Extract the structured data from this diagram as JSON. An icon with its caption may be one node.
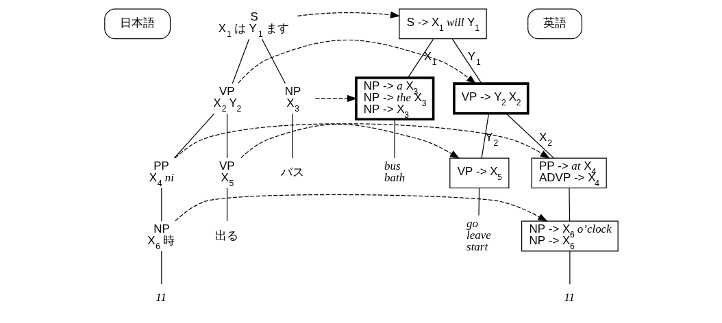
{
  "diagram": {
    "nodes": [
      {
        "text": [
          "日本語"
        ]
      },
      {
        "text": [
          "S",
          "X$_{1}$ は Y$_{1}$ ます"
        ]
      },
      {
        "text": [
          "VP",
          "X$_{2}$ Y$_{2}$"
        ]
      },
      {
        "text": [
          "NP",
          "X$_{3}$"
        ]
      },
      {
        "text": [
          "PP",
          "X$_{4}$ *ni*"
        ]
      },
      {
        "text": [
          "VP",
          "X$_{5}$"
        ]
      },
      {
        "text": [
          "バス"
        ]
      },
      {
        "text": [
          "NP",
          "X$_{6}$ 時"
        ]
      },
      {
        "text": [
          "出る"
        ]
      },
      {
        "text": [
          "11"
        ]
      },
      {
        "text": [
          "英語"
        ]
      },
      {
        "text": [
          "S -> X$_{1}$ *will* Y$_{1}$"
        ]
      },
      {
        "text": [
          "NP -> *a* X$_{3}$",
          "NP -> *the* X$_{3}$",
          "NP -> X$_{3}$"
        ]
      },
      {
        "text": [
          "VP -> Y$_{2}$ X$_{2}$"
        ]
      },
      {
        "text": [
          "VP -> X$_{5}$"
        ]
      },
      {
        "text": [
          "PP -> *at* X$_{4}$",
          "ADVP -> X$_{4}$"
        ]
      },
      {
        "text": [
          "bus",
          "bath"
        ]
      },
      {
        "text": [
          "go",
          "leave",
          "start"
        ]
      },
      {
        "text": [
          "NP -> X$_{6}$ *o’clock*",
          "NP -> X$_{6}$"
        ]
      },
      {
        "text": [
          "11"
        ]
      }
    ],
    "edges": [
      {
        "from": 1,
        "to": 3,
        "arrow": "none"
      },
      {
        "from": 1,
        "to": 2,
        "arrow": "none"
      },
      {
        "from": 2,
        "to": 4,
        "arrow": "none"
      },
      {
        "from": 2,
        "to": 5,
        "arrow": "none"
      },
      {
        "from": 3,
        "to": 6,
        "arrow": "none"
      },
      {
        "from": 4,
        "to": 7,
        "arrow": "none"
      },
      {
        "from": 5,
        "to": 8,
        "arrow": "none"
      },
      {
        "from": 7,
        "to": 9,
        "arrow": "none"
      },
      {
        "from": 11,
        "to": 12,
        "arrow": "none",
        "label": "X$_{1}$"
      },
      {
        "from": 11,
        "to": 13,
        "arrow": "none",
        "label": "Y$_{1}$"
      },
      {
        "from": 13,
        "to": 14,
        "arrow": "none",
        "label": "Y$_{2}$"
      },
      {
        "from": 13,
        "to": 15,
        "arrow": "none",
        "label": "X$_{2}$"
      },
      {
        "from": 12,
        "to": 16,
        "arrow": "none"
      },
      {
        "from": 14,
        "to": 17,
        "arrow": "none"
      },
      {
        "from": 15,
        "to": 18,
        "arrow": "none"
      },
      {
        "from": 18,
        "to": 19,
        "arrow": "none"
      },
      {
        "from": 1,
        "to": 11,
        "arrow": "to",
        "style": "dashed"
      },
      {
        "from": 3,
        "to": 12,
        "arrow": "to",
        "style": "dashed"
      },
      {
        "from": 2,
        "to": 13,
        "arrow": "to",
        "style": "dashed"
      },
      {
        "from": 5,
        "to": 14,
        "arrow": "to",
        "style": "dashed"
      },
      {
        "from": 4,
        "to": 15,
        "arrow": "to",
        "style": "dashed"
      },
      {
        "from": 7,
        "to": 18,
        "arrow": "to",
        "style": "dashed"
      }
    ]
  }
}
